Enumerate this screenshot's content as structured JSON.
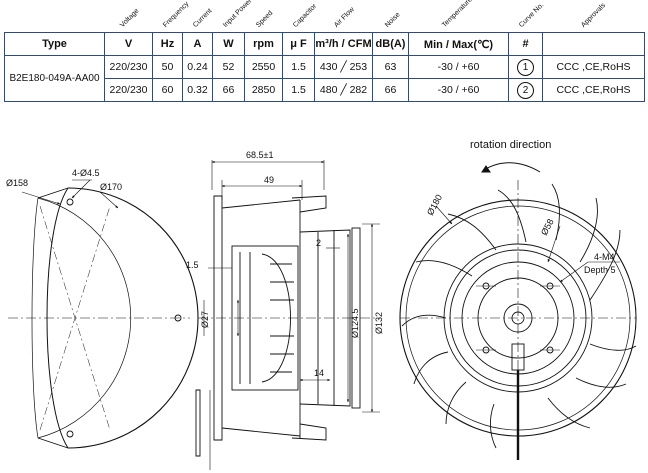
{
  "table": {
    "headers": [
      "Voltage",
      "Frequency",
      "Current",
      "Input Power",
      "Speed",
      "Capacitor",
      "Air Flow",
      "Noise",
      "Temperature",
      "Curve No.",
      "Approvals"
    ],
    "units": {
      "type": "Type",
      "voltage": "V",
      "frequency": "Hz",
      "current": "A",
      "power": "W",
      "speed": "rpm",
      "capacitor": "μ F",
      "airflow": "m³/h / CFM",
      "noise": "dB(A)",
      "temperature": "Min / Max(℃)",
      "curve": "#"
    },
    "model": "B2E180-049A-AA00",
    "rows": [
      {
        "voltage": "220/230",
        "frequency": "50",
        "current": "0.24",
        "power": "52",
        "speed": "2550",
        "capacitor": "1.5",
        "airflow": "430 ╱ 253",
        "noise": "63",
        "temperature": "-30 / +60",
        "curve": "1",
        "approvals": "CCC ,CE,RoHS"
      },
      {
        "voltage": "220/230",
        "frequency": "60",
        "current": "0.32",
        "power": "66",
        "speed": "2850",
        "capacitor": "1.5",
        "airflow": "480 ╱ 282",
        "noise": "66",
        "temperature": "-30 / +60",
        "curve": "2",
        "approvals": "CCC ,CE,RoHS"
      }
    ]
  },
  "drawing": {
    "rotation_label": "rotation direction",
    "dims": {
      "d158": "Ø158",
      "holes": "4-Ø4.5",
      "d170": "Ø170",
      "w68": "68.5±1",
      "w49": "49",
      "d2": "2",
      "d15": "1.5",
      "d27": "Ø27",
      "d124": "Ø124.5",
      "d132": "Ø132",
      "d14": "14",
      "d180": "Ø180",
      "d58": "Ø58",
      "m4": "4-M4",
      "depth": "Depth 5"
    }
  }
}
